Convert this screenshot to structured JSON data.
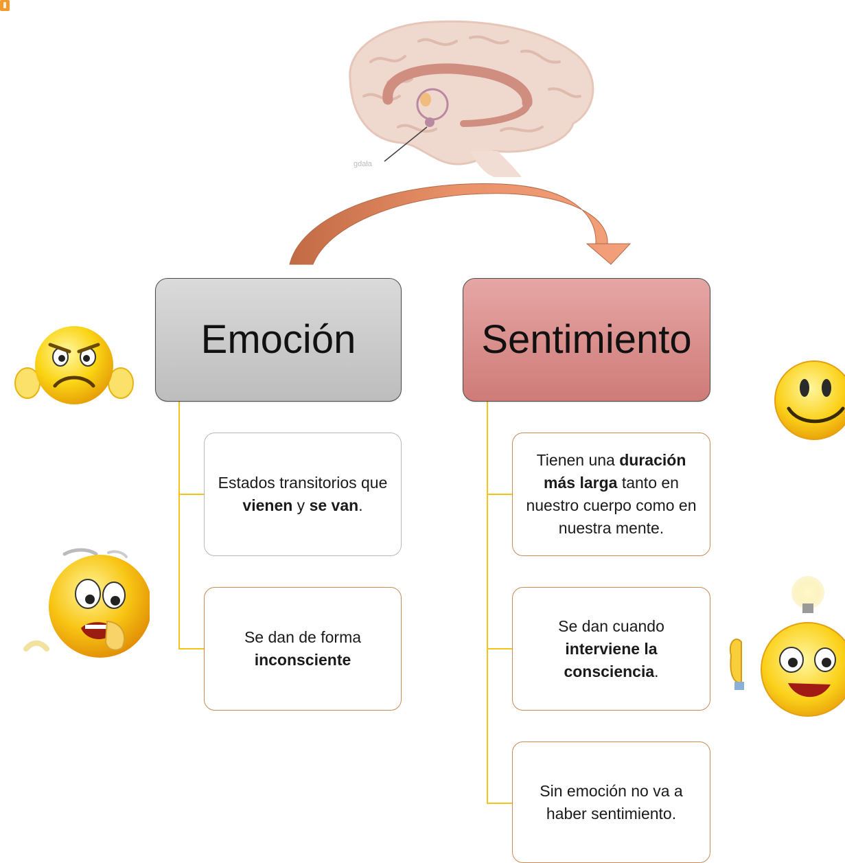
{
  "top_image": {
    "icon": "brain-icon",
    "caption": "gdala"
  },
  "arrow": {
    "icon": "curved-arrow-icon"
  },
  "emocion": {
    "title": "Emoción",
    "items": [
      {
        "parts": [
          {
            "t": "Estados transitorios que ",
            "b": false
          },
          {
            "t": "vienen",
            "b": true
          },
          {
            "t": " y ",
            "b": false
          },
          {
            "t": "se van",
            "b": true
          },
          {
            "t": ".",
            "b": false
          }
        ]
      },
      {
        "parts": [
          {
            "t": "Se dan de forma ",
            "b": false
          },
          {
            "t": "inconsciente",
            "b": true
          }
        ]
      }
    ]
  },
  "sentimiento": {
    "title": "Sentimiento",
    "items": [
      {
        "parts": [
          {
            "t": "Tienen una ",
            "b": false
          },
          {
            "t": "duración más larga",
            "b": true
          },
          {
            "t": " tanto en nuestro cuerpo como en nuestra mente.",
            "b": false
          }
        ]
      },
      {
        "parts": [
          {
            "t": "Se dan cuando ",
            "b": false
          },
          {
            "t": "interviene la consciencia",
            "b": true
          },
          {
            "t": ".",
            "b": false
          }
        ]
      },
      {
        "parts": [
          {
            "t": "Sin emoción no va a haber sentimiento.",
            "b": false
          }
        ]
      }
    ]
  },
  "emojis": [
    "angry-emoji-icon",
    "scared-emoji-icon",
    "smiling-emoji-icon",
    "idea-emoji-icon"
  ],
  "colors": {
    "emocion_fill": "#c8c8c8",
    "sentimiento_fill": "#d98d8a",
    "connector": "#f5c41a",
    "arrow": "#e07f55",
    "detail_border_right": "#c88a52"
  }
}
